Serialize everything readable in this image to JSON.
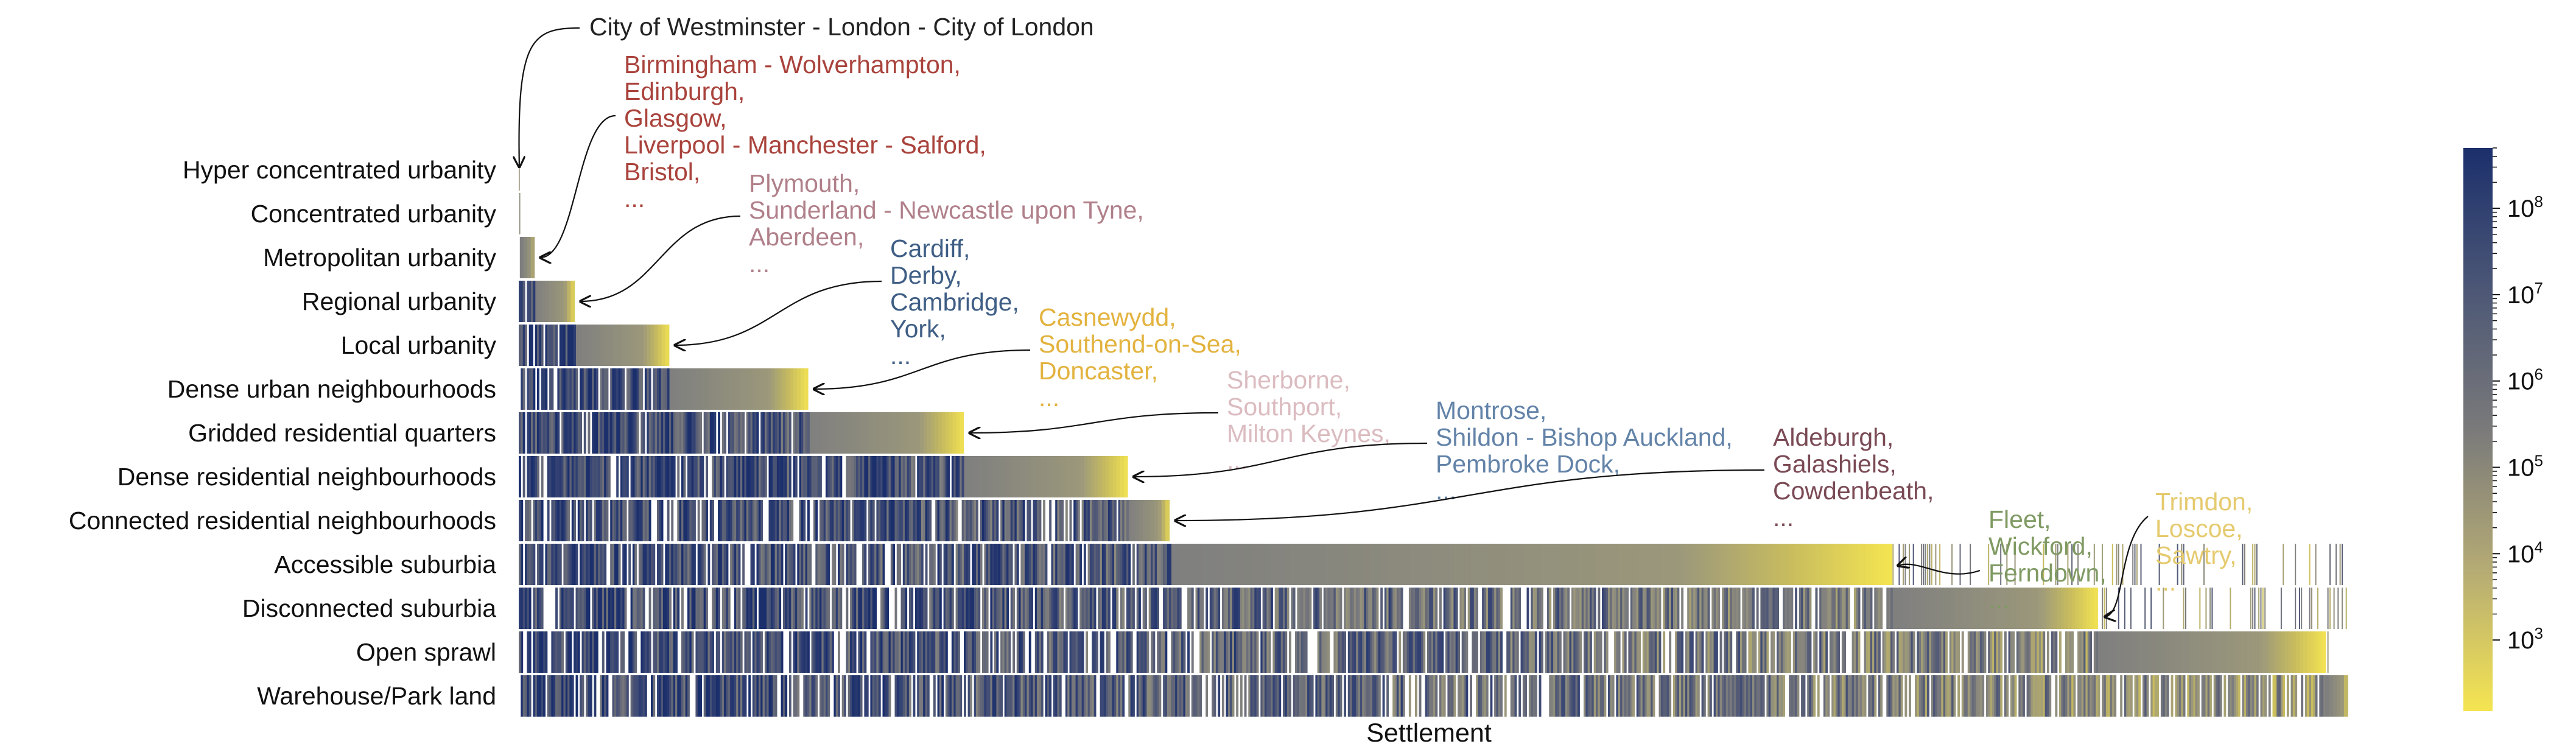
{
  "chart_data": {
    "type": "heatmap",
    "xlabel": "Settlement",
    "ylabel": "",
    "rows": [
      {
        "label": "Hyper concentrated urbanity",
        "segment_end": 1
      },
      {
        "label": "Concentrated urbanity",
        "segment_end": 2
      },
      {
        "label": "Metropolitan urbanity",
        "segment_end": 28
      },
      {
        "label": "Regional urbanity",
        "segment_end": 100
      },
      {
        "label": "Local urbanity",
        "segment_end": 270
      },
      {
        "label": "Dense urban neighbourhoods",
        "segment_end": 520
      },
      {
        "label": "Gridded residential quarters",
        "segment_end": 800
      },
      {
        "label": "Dense residential neighbourhoods",
        "segment_end": 1095
      },
      {
        "label": "Connected residential neighbourhoods",
        "segment_end": 1170
      },
      {
        "label": "Accessible suburbia",
        "segment_end": 2470
      },
      {
        "label": "Disconnected suburbia",
        "segment_end": 2840
      },
      {
        "label": "Open sprawl",
        "segment_end": 3250
      },
      {
        "label": "Warehouse/Park land",
        "segment_end": 3290
      }
    ],
    "x_count": 3290,
    "colorbar": {
      "scale": "log",
      "min": 150,
      "max": 500000000,
      "ticks": [
        {
          "value": 1000,
          "base": "10",
          "exp": "3"
        },
        {
          "value": 10000,
          "base": "10",
          "exp": "4"
        },
        {
          "value": 100000,
          "base": "10",
          "exp": "5"
        },
        {
          "value": 1000000,
          "base": "10",
          "exp": "6"
        },
        {
          "value": 10000000,
          "base": "10",
          "exp": "7"
        },
        {
          "value": 100000000,
          "base": "10",
          "exp": "8"
        }
      ],
      "colors": [
        "#f5e551",
        "#b5ab74",
        "#7a7a7a",
        "#4c5776",
        "#1b2f6c"
      ]
    },
    "annotations": [
      {
        "row": 0,
        "color": "#222222",
        "lines": [
          "City of Westminster - London - City of London"
        ]
      },
      {
        "row": 2,
        "color": "#a9433c",
        "lines": [
          "Birmingham - Wolverhampton,",
          "Edinburgh,",
          "Glasgow,",
          "Liverpool - Manchester - Salford,",
          "Bristol,",
          "..."
        ]
      },
      {
        "row": 3,
        "color": "#b0808a",
        "lines": [
          "Plymouth,",
          "Sunderland - Newcastle upon Tyne,",
          "Aberdeen,",
          "..."
        ]
      },
      {
        "row": 4,
        "color": "#3f5e85",
        "lines": [
          "Cardiff,",
          "Derby,",
          "Cambridge,",
          "York,",
          "..."
        ]
      },
      {
        "row": 5,
        "color": "#e3b33f",
        "lines": [
          "Casnewydd,",
          "Southend-on-Sea,",
          "Doncaster,",
          "..."
        ]
      },
      {
        "row": 6,
        "color": "#dbbcc0",
        "lines": [
          "Sherborne,",
          "Southport,",
          "Milton Keynes,",
          "..."
        ]
      },
      {
        "row": 7,
        "color": "#6383a8",
        "lines": [
          "Montrose,",
          "Shildon - Bishop Auckland,",
          "Pembroke Dock,",
          "..."
        ]
      },
      {
        "row": 8,
        "color": "#7a4a55",
        "lines": [
          "Aldeburgh,",
          "Galashiels,",
          "Cowdenbeath,",
          "..."
        ]
      },
      {
        "row": 9,
        "color": "#7f9a63",
        "lines": [
          "Fleet,",
          "Wickford,",
          "Ferndown,",
          "..."
        ]
      },
      {
        "row": 10,
        "color": "#e5ca6e",
        "lines": [
          "Trimdon,",
          "Loscoe,",
          "Sawtry,",
          "..."
        ]
      }
    ]
  }
}
